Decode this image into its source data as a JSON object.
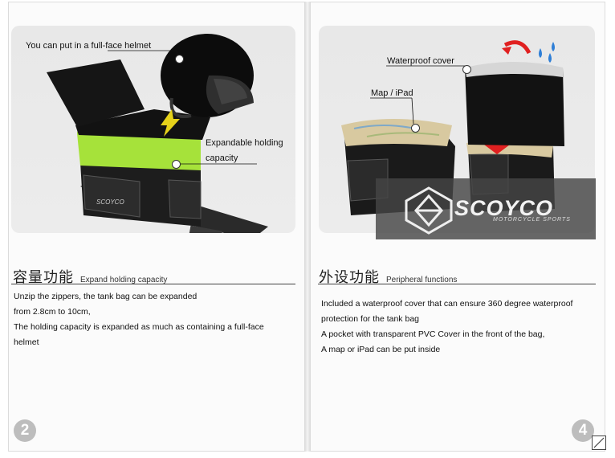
{
  "left_page": {
    "photo_callouts": {
      "helmet": "You can put in a full-face helmet",
      "expandable_line1": "Expandable holding",
      "expandable_line2": "capacity"
    },
    "heading_zh": "容量功能",
    "heading_en": "Expand holding capacity",
    "body": [
      "Unzip the zippers, the tank bag can be expanded",
      "from 2.8cm to 10cm,",
      "The holding capacity is expanded as much as containing a full-face",
      "helmet"
    ],
    "page_number": "2"
  },
  "right_page": {
    "photo_callouts": {
      "waterproof_cover": "Waterproof cover",
      "map_ipad": "Map / iPad"
    },
    "watermark": {
      "brand": "SCOYCO",
      "tagline": "MOTORCYCLE SPORTS"
    },
    "heading_zh": "外设功能",
    "heading_en": "Peripheral functions",
    "body": [
      "Included a waterproof cover that can ensure 360 degree waterproof",
      "protection for the tank bag",
      "A pocket with transparent PVC Cover in the front of the bag,",
      "A map or iPad can be put inside"
    ],
    "page_number": "4"
  },
  "colors": {
    "expansion_green": "#a6e23a",
    "bag_black": "#141414",
    "rain_red": "#e02020",
    "rain_blue": "#2f7fd6"
  },
  "icons": [
    "helmet-icon",
    "arrow-down-icon",
    "rain-drop-icon",
    "scoyco-logo-icon",
    "resize-corner-icon"
  ]
}
